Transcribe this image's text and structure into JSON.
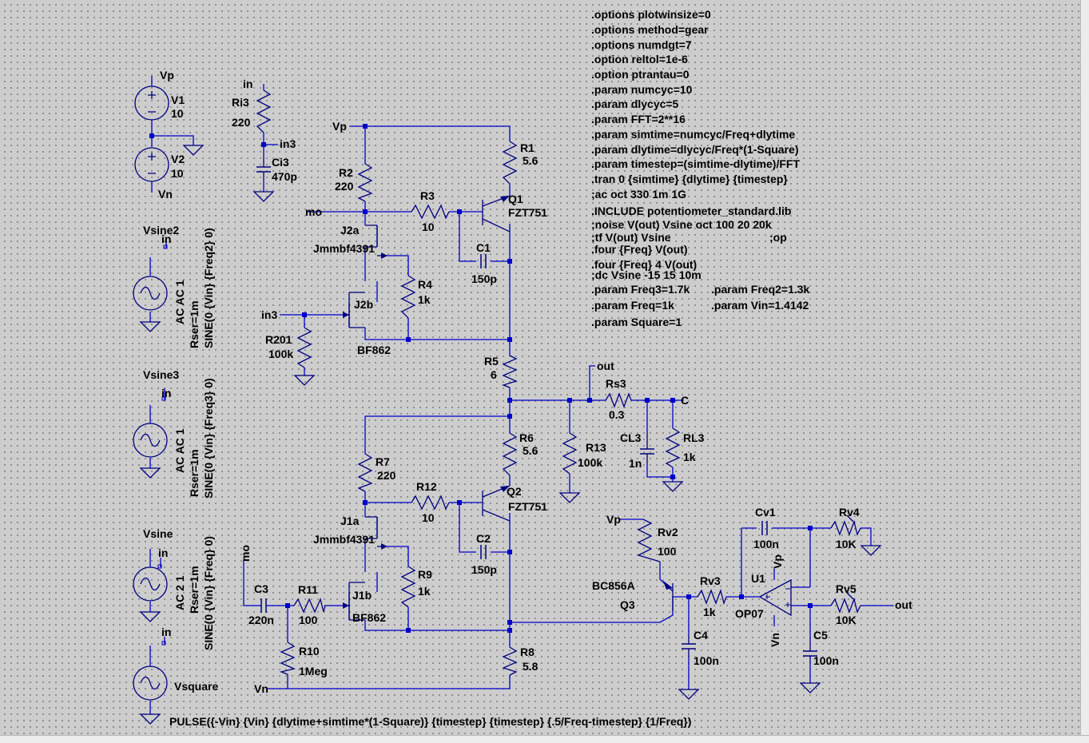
{
  "window": {
    "title": "LTspice schematic"
  },
  "directives": [
    ".options plotwinsize=0",
    ".options method=gear",
    ".options numdgt=7",
    ".option reltol=1e-6",
    ".option ptrantau=0",
    ".param numcyc=10",
    ".param dlycyc=5",
    ".param FFT=2**16",
    ".param simtime=numcyc/Freq+dlytime",
    ".param dlytime=dlycyc/Freq*(1-Square)",
    ".param timestep=(simtime-dlytime)/FFT",
    ".tran 0 {simtime} {dlytime} {timestep}",
    ";ac oct 330 1m 1G",
    ".INCLUDE potentiometer_standard.lib",
    ";noise V(out) Vsine oct 100 20 20k",
    ";tf V(out) Vsine",
    ";op",
    ".four {Freq} V(out)",
    ".four {Freq} 4 V(out)",
    ";dc Vsine -15 15 10m",
    ".param Freq3=1.7k",
    ".param Freq2=1.3k",
    ".param Freq=1k",
    ".param Vin=1.4142",
    ".param Square=1"
  ],
  "labels": {
    "Vp1": "Vp",
    "V1": "V1",
    "V1v": "10",
    "V2": "V2",
    "V2v": "10",
    "Vn1": "Vn",
    "in1": "in",
    "Ri3": "Ri3",
    "Ri3v": "220",
    "in3a": "in3",
    "Ci3": "Ci3",
    "Ci3v": "470p",
    "Vp2": "Vp",
    "R2": "R2",
    "R2v": "220",
    "R1": "R1",
    "R1v": "5.6",
    "Q1": "Q1",
    "Q1m": "FZT751",
    "mo1": "mo",
    "R3": "R3",
    "R3v": "10",
    "J2a": "J2a",
    "J2am": "Jmmbf4391",
    "C1": "C1",
    "C1v": "150p",
    "R4": "R4",
    "R4v": "1k",
    "J2b": "J2b",
    "in3b": "in3",
    "R201": "R201",
    "R201v": "100k",
    "J2bm": "BF862",
    "R5": "R5",
    "R5v": "6",
    "out1": "out",
    "Rs3": "Rs3",
    "Rs3v": "0.3",
    "C_net": "C",
    "R6": "R6",
    "R6v": "5.6",
    "R13": "R13",
    "R13v": "100k",
    "CL3": "CL3",
    "CL3v": "1n",
    "RL3": "RL3",
    "RL3v": "1k",
    "R7": "R7",
    "R7v": "220",
    "R12": "R12",
    "R12v": "10",
    "Q2": "Q2",
    "Q2m": "FZT751",
    "J1a": "J1a",
    "J1am": "Jmmbf4391",
    "C2": "C2",
    "C2v": "150p",
    "R9": "R9",
    "R9v": "1k",
    "mo2": "mo",
    "C3": "C3",
    "C3v": "220n",
    "R11": "R11",
    "R11v": "100",
    "J1b": "J1b",
    "J1bm": "BF862",
    "R10": "R10",
    "R10v": "1Meg",
    "R8": "R8",
    "R8v": "5.8",
    "Vn2": "Vn",
    "Vp3": "Vp",
    "Rv2": "Rv2",
    "Rv2v": "100",
    "Q3m": "BC856A",
    "Q3": "Q3",
    "Rv3": "Rv3",
    "Rv3v": "1k",
    "C4": "C4",
    "C4v": "100n",
    "Cv1": "Cv1",
    "Cv1v": "100n",
    "Rv4": "Rv4",
    "Rv4v": "10K",
    "U1": "U1",
    "U1m": "OP07",
    "Vp4": "Vp",
    "Vn3": "Vn",
    "Rv5": "Rv5",
    "Rv5v": "10K",
    "out2": "out",
    "C5": "C5",
    "C5v": "100n",
    "Vsine2": "Vsine2",
    "in_s2": "in",
    "Vsine2_ac": "AC AC 1",
    "Vsine2_rser": "Rser=1m",
    "Vsine2_sine": "SINE(0 {Vin} {Freq2} 0)",
    "Vsine3": "Vsine3",
    "in_s3": "in",
    "Vsine3_ac": "AC AC 1",
    "Vsine3_rser": "Rser=1m",
    "Vsine3_sine": "SINE(0 {Vin} {Freq3} 0)",
    "Vsine": "Vsine",
    "in_s1": "in",
    "Vsine_ac": "AC 2 1",
    "Vsine_rser": "Rser=1m",
    "Vsine_sine": "SINE(0 {Vin} {Freq} 0)",
    "in_sq": "in",
    "Vsquare": "Vsquare",
    "pulse": "PULSE({-Vin} {Vin} {dlytime+simtime*(1-Square)} {timestep} {timestep} {.5/Freq-timestep} {1/Freq})"
  },
  "colors": {
    "wire": "#0000cc",
    "component": "#000080",
    "background": "#cdcdcd",
    "text": "#000000"
  }
}
